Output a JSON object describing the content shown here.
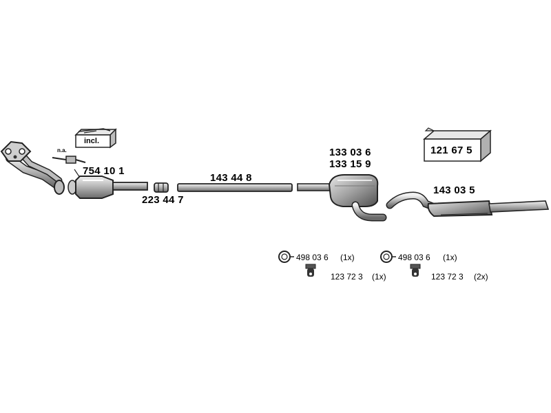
{
  "parts": {
    "catalytic_converter": "754 10 1",
    "clamp": "223 44 7",
    "intermediate_pipe": "143 44 8",
    "middle_silencer_1": "133 03 6",
    "middle_silencer_2": "133 15 9",
    "rear_silencer": "143 03 5",
    "mounting_kit": "121 67 5"
  },
  "labels": {
    "incl": "incl.",
    "na": "n.a."
  },
  "accessories": [
    {
      "part": "498 03 6",
      "qty": "(1x)",
      "icon": "rubber-ring-icon"
    },
    {
      "part": "123 72 3",
      "qty": "(1x)",
      "icon": "rubber-hanger-icon"
    },
    {
      "part": "498 03 6",
      "qty": "(1x)",
      "icon": "rubber-ring-icon"
    },
    {
      "part": "123 72 3",
      "qty": "(2x)",
      "icon": "rubber-hanger-icon"
    }
  ]
}
